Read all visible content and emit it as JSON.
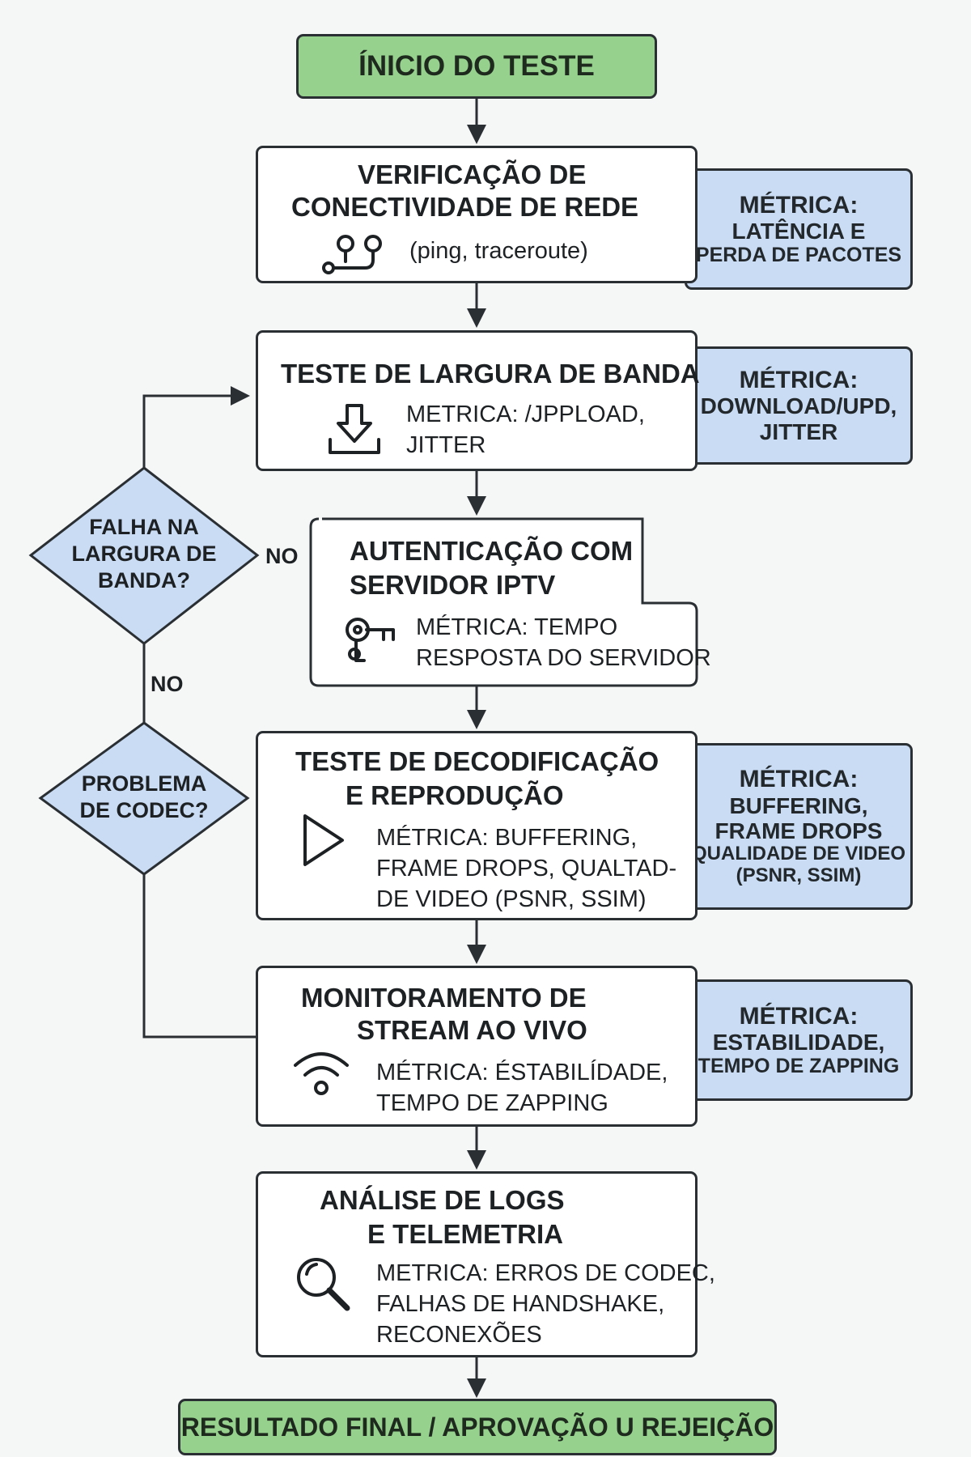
{
  "start": "ÍNICIO DO TESTE",
  "steps": {
    "network": {
      "title": [
        "VERIFICAÇÃO DE",
        "CONECTIVIDADE DE REDE"
      ],
      "detail": [
        "(ping, traceroute)"
      ],
      "icon": "network-nodes-icon",
      "metric": [
        "MÉTRICA:",
        "LATÊNCIA E",
        "PERDA DE PACOTES"
      ]
    },
    "bandwidth": {
      "title": [
        "TESTE DE LARGURA DE BANDA"
      ],
      "detail": [
        "METRICA: /JPPLOAD,",
        "JITTER"
      ],
      "icon": "download-icon",
      "metric": [
        "MÉTRICA:",
        "DOWNLOAD/UPD,",
        "JITTER"
      ]
    },
    "auth": {
      "title": [
        "AUTENTICAÇÃO COM",
        "SERVIDOR IPTV"
      ],
      "detail": [
        "MÉTRICA: TEMPO",
        "RESPOSTA DO SERVIDOR"
      ],
      "icon": "key-icon"
    },
    "decode": {
      "title": [
        "TESTE DE DECODIFICAÇÃO",
        "E REPRODUÇÃO"
      ],
      "detail": [
        "MÉTRICA: BUFFERING,",
        "FRAME DROPS, QUALTAD-",
        "DE VIDEO (PSNR, SSIM)"
      ],
      "icon": "play-icon",
      "metric": [
        "MÉTRICA:",
        "BUFFERING,",
        "FRAME DROPS",
        "QUALIDADE DE VIDEO",
        "(PSNR, SSIM)"
      ]
    },
    "stream": {
      "title": [
        "MONITORAMENTO DE",
        "STREAM AO VIVO"
      ],
      "detail": [
        "MÉTRICA: ÉSTABILÍDADE,",
        "TEMPO DE ZAPPING"
      ],
      "icon": "wifi-icon",
      "metric": [
        "MÉTRICA:",
        "ESTABILIDADE,",
        "TEMPO DE ZAPPING"
      ]
    },
    "logs": {
      "title": [
        "ANÁLISE DE LOGS",
        "E TELEMETRIA"
      ],
      "detail": [
        "METRICA: ERROS DE CODEC,",
        "FALHAS DE HANDSHAKE,",
        "RECONEXÕES"
      ],
      "icon": "magnifier-icon"
    }
  },
  "decisions": {
    "bandwidth_fail": [
      "FALHA NA",
      "LARGURA DE",
      "BANDA?"
    ],
    "codec_problem": [
      "PROBLEMA",
      "DE CODEC?"
    ]
  },
  "edge_labels": {
    "bandwidth_fail_right": "NO",
    "bandwidth_fail_down": "NO"
  },
  "end": "RESULTADO FINAL / APROVAÇÃO U REJEIÇÃO",
  "colors": {
    "terminal": "#96d18d",
    "metric_panel": "#c9dcf3",
    "decision": "#c9dcf3",
    "outline": "#2a2f33"
  }
}
